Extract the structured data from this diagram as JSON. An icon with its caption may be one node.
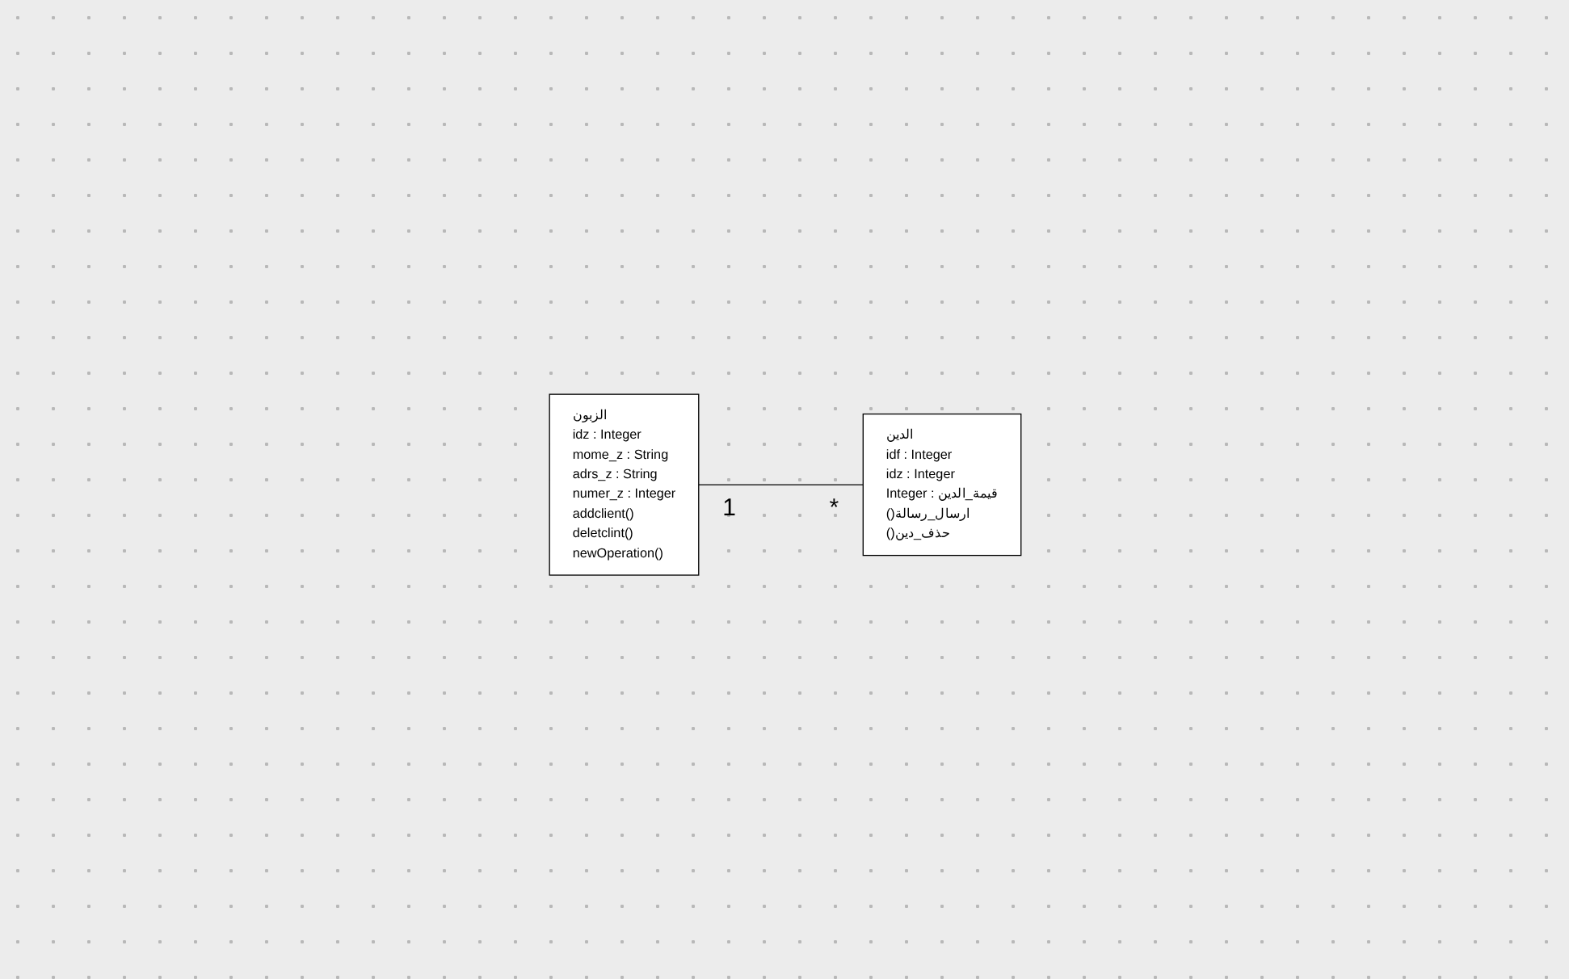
{
  "diagram": {
    "nodes": [
      {
        "text": [
          "الزبون",
          "idz : Integer",
          "mome_z : String",
          "adrs_z : String",
          "numer_z : Integer",
          "addclient()",
          "deletclint()",
          "newOperation()"
        ]
      },
      {
        "text": [
          "الدين",
          "idf : Integer",
          "idz : Integer",
          "قيمة_الدين : Integer",
          "ارسال_رسالة()",
          "حذف_دين()"
        ]
      }
    ],
    "edges": [
      {
        "from": 0,
        "to": 1,
        "arrow": "none"
      }
    ],
    "labels": [
      "1",
      "*"
    ]
  }
}
